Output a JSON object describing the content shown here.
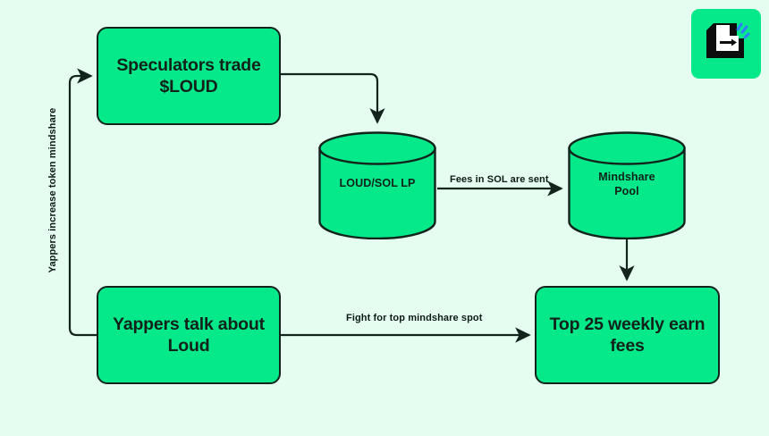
{
  "diagram": {
    "background_color": "#e4fdf0",
    "node_fill_color": "#06e98a",
    "stroke_color": "#12241c",
    "nodes": {
      "speculators": {
        "label": "Speculators trade\n$LOUD",
        "line1": "Speculators trade",
        "line2": "$LOUD"
      },
      "yappers": {
        "label": "Yappers talk about\nLoud",
        "line1": "Yappers talk about",
        "line2": "Loud"
      },
      "top25": {
        "label": "Top 25 weekly earn\nfees",
        "line1": "Top 25 weekly earn",
        "line2": "fees"
      },
      "loud_sol_lp": {
        "label": "LOUD/SOL LP",
        "shape": "cylinder"
      },
      "mindshare_pool": {
        "label": "Mindshare\nPool",
        "line1": "Mindshare",
        "line2": "Pool",
        "shape": "cylinder"
      }
    },
    "edge_labels": {
      "fees_in_sol": "Fees in SOL are sent",
      "fight_for_spot": "Fight for top mindshare spot",
      "yappers_increase": "Yappers increase token mindshare"
    }
  },
  "logo": {
    "name": "document-arrow-logo",
    "background_color": "#06e98a",
    "sparkle_color": "#2f7dfb"
  }
}
